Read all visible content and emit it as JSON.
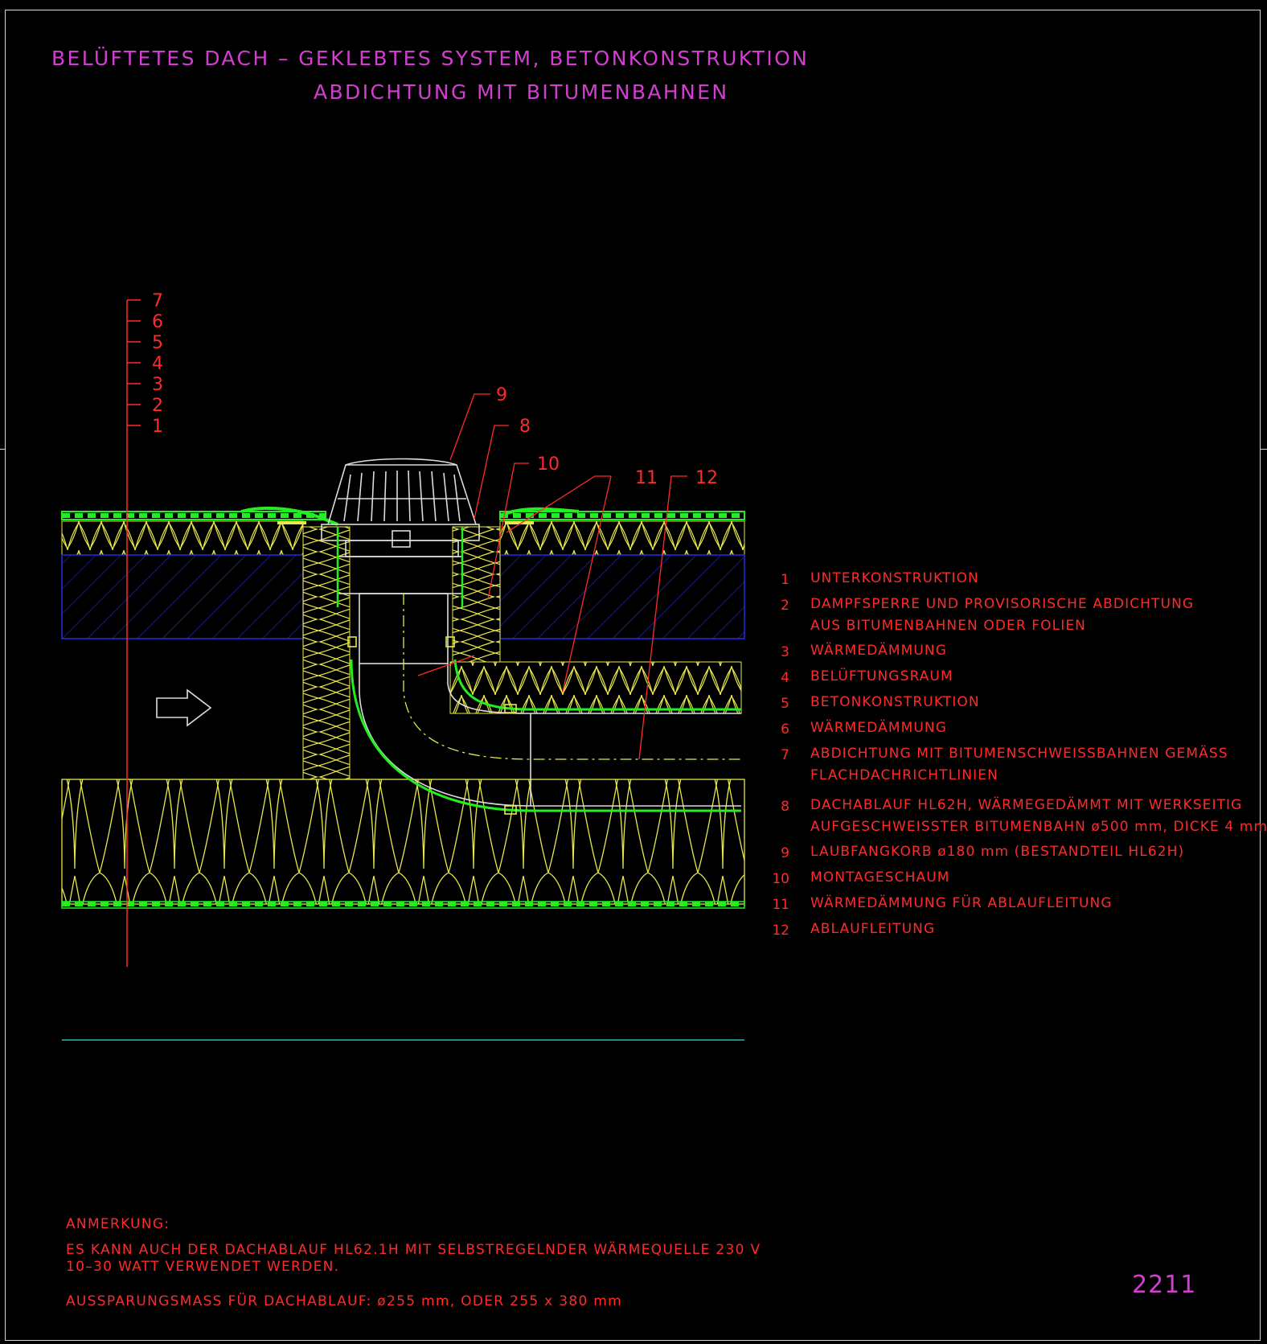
{
  "title": {
    "line1": "BELÜFTETES DACH – GEKLEBTES SYSTEM, BETONKONSTRUKTION",
    "line2": "ABDICHTUNG MIT BITUMENBAHNEN"
  },
  "layer_numbers": [
    "7",
    "6",
    "5",
    "4",
    "3",
    "2",
    "1"
  ],
  "callouts": [
    "9",
    "8",
    "10",
    "11",
    "12"
  ],
  "legend": [
    {
      "num": "1",
      "lines": [
        "UNTERKONSTRUKTION"
      ]
    },
    {
      "num": "2",
      "lines": [
        "DAMPFSPERRE UND PROVISORISCHE ABDICHTUNG",
        "AUS BITUMENBAHNEN ODER FOLIEN"
      ]
    },
    {
      "num": "3",
      "lines": [
        "WÄRMEDÄMMUNG"
      ]
    },
    {
      "num": "4",
      "lines": [
        "BELÜFTUNGSRAUM"
      ]
    },
    {
      "num": "5",
      "lines": [
        "BETONKONSTRUKTION"
      ]
    },
    {
      "num": "6",
      "lines": [
        "WÄRMEDÄMMUNG"
      ]
    },
    {
      "num": "7",
      "lines": [
        "ABDICHTUNG MIT BITUMENSCHWEISSBAHNEN GEMÄSS",
        "FLACHDACHRICHTLINIEN"
      ]
    },
    {
      "num": "8",
      "lines": [
        "DACHABLAUF HL62H, WÄRMEGEDÄMMT MIT WERKSEITIG",
        "AUFGESCHWEISSTER BITUMENBAHN ø500 mm, DICKE 4 mm"
      ]
    },
    {
      "num": "9",
      "lines": [
        "LAUBFANGKORB ø180 mm (BESTANDTEIL HL62H)"
      ]
    },
    {
      "num": "10",
      "lines": [
        "MONTAGESCHAUM"
      ]
    },
    {
      "num": "11",
      "lines": [
        "WÄRMEDÄMMUNG FÜR ABLAUFLEITUNG"
      ]
    },
    {
      "num": "12",
      "lines": [
        "ABLAUFLEITUNG"
      ]
    }
  ],
  "note": {
    "heading": "ANMERKUNG:",
    "line1": "ES KANN AUCH DER DACHABLAUF HL62.1H MIT SELBSTREGELNDER WÄRMEQUELLE 230 V",
    "line2": "10–30 WATT VERWENDET WERDEN.",
    "line3": "AUSSPARUNGSMASS FÜR DACHABLAUF: ø255 mm, ODER 255 x 380 mm"
  },
  "drawing_number": "2211",
  "colors": {
    "background": "#000000",
    "title": "#d23fd0",
    "text": "#ff2a2a",
    "insulation": "#e8e84a",
    "membrane": "#22ee22",
    "concrete_hatch": "#2a2ae0",
    "leader": "#ff2a2a",
    "cyan_line": "#2fb5b5"
  }
}
